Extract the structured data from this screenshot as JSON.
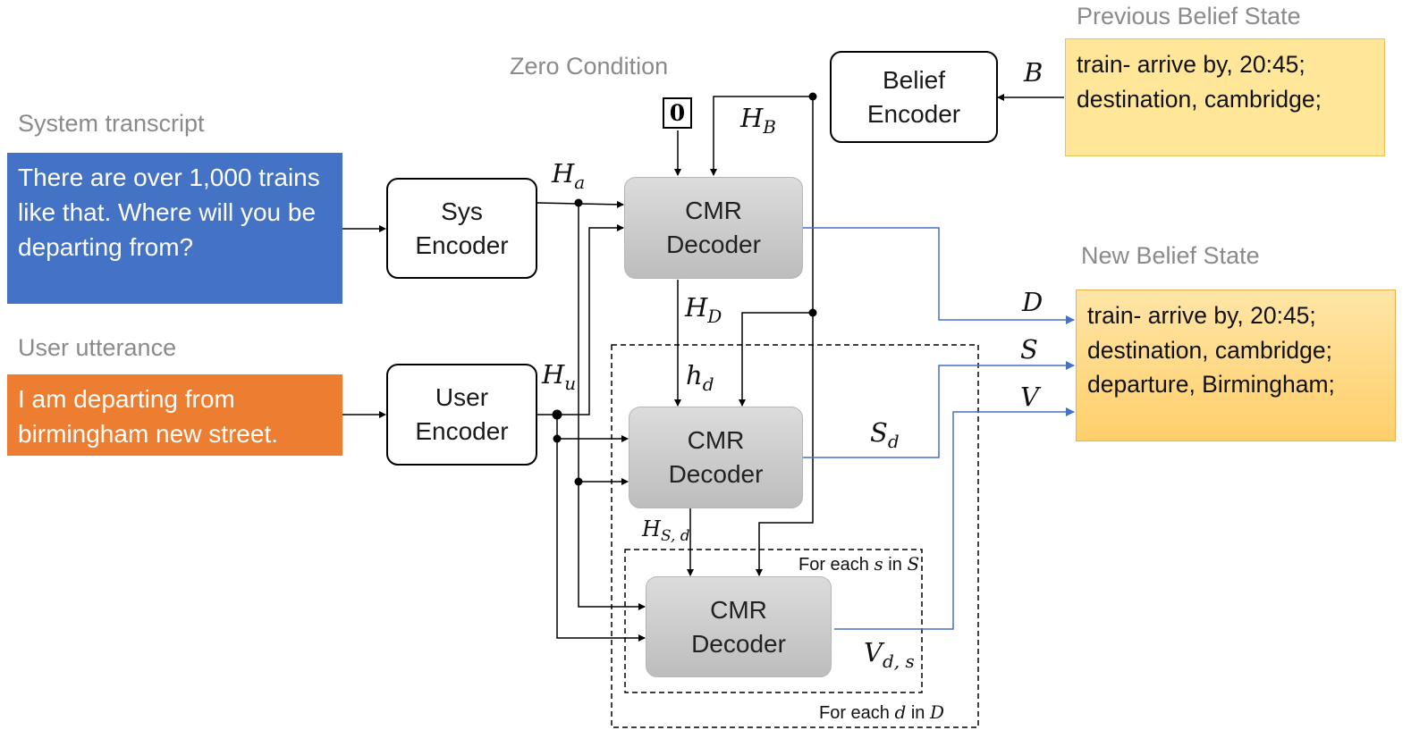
{
  "headings": {
    "system_transcript": "System transcript",
    "user_utterance": "User utterance",
    "zero_condition": "Zero Condition",
    "previous_belief_state": "Previous Belief State",
    "new_belief_state": "New Belief State"
  },
  "inputs": {
    "system_text": "There are over 1,000 trains like that. Where will you be departing from?",
    "user_text": " I am departing from birmingham new street."
  },
  "encoders": {
    "sys": [
      "Sys",
      "Encoder"
    ],
    "user": [
      "User",
      "Encoder"
    ],
    "belief": [
      "Belief",
      "Encoder"
    ]
  },
  "decoders": {
    "domain": [
      "CMR",
      "Decoder"
    ],
    "slot": [
      "CMR",
      "Decoder"
    ],
    "value": [
      "CMR",
      "Decoder"
    ]
  },
  "zero_symbol": "0",
  "previous_state_lines": [
    "train- arrive by, 20:45;",
    "destination, cambridge;"
  ],
  "new_state_lines": [
    "train- arrive by, 20:45;",
    "destination, cambridge;",
    "departure, Birmingham;"
  ],
  "symbols": {
    "B": "B",
    "H_B": [
      "H",
      "B"
    ],
    "H_a": [
      "H",
      "a"
    ],
    "H_u": [
      "H",
      "u"
    ],
    "H_D": [
      "H",
      "D"
    ],
    "h_d": [
      "h",
      "d"
    ],
    "S_d": [
      "S",
      "d"
    ],
    "H_Sd": [
      "H",
      "S, d"
    ],
    "V_ds": [
      "V",
      "d, s"
    ],
    "D": "D",
    "S": "S",
    "V": "V"
  },
  "loops": {
    "slots": {
      "prefix": "For each ",
      "var": "s",
      "mid": " in ",
      "set": "S"
    },
    "domains": {
      "prefix": "For each ",
      "var": "d",
      "mid": " in ",
      "set": "D"
    }
  },
  "colors": {
    "system_box": "#4472c4",
    "user_box": "#ed7d31",
    "state_box": "#ffe699",
    "output_lines": "#4472c4",
    "decoder_fill": "#c8c8c8"
  }
}
